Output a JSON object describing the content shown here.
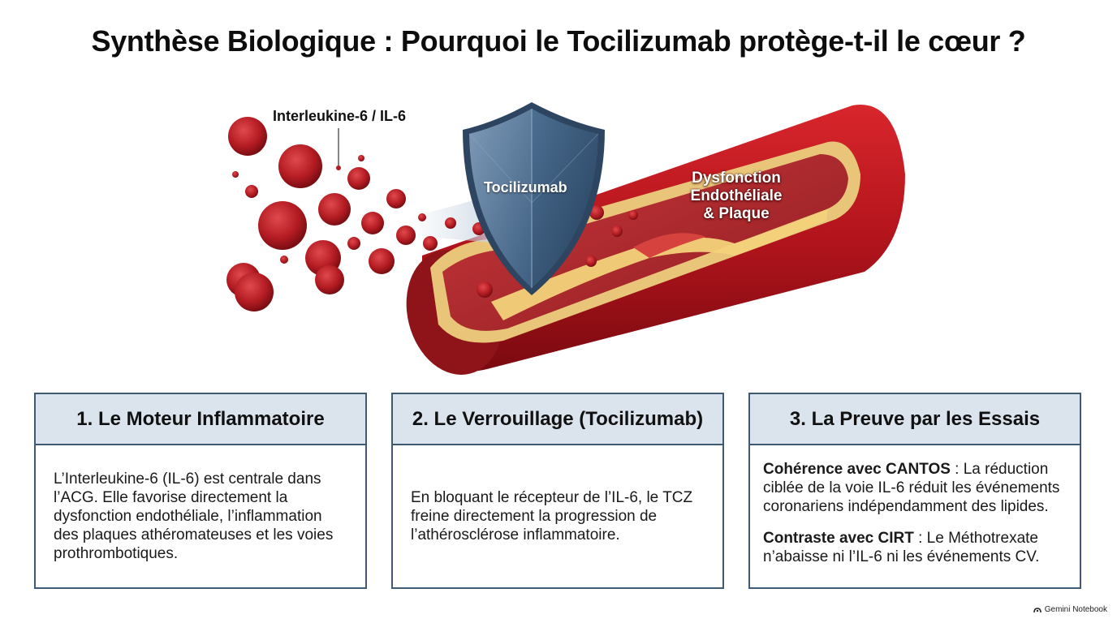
{
  "title": "Synthèse Biologique : Pourquoi le Tocilizumab protège-t-il le cœur ?",
  "illustration": {
    "label_il6": "Interleukine-6 / IL-6",
    "label_shield": "Tocilizumab",
    "label_vessel_line1": "Dysfonction",
    "label_vessel_line2": "Endothéliale",
    "label_vessel_line3": "& Plaque"
  },
  "cards": [
    {
      "heading": "1. Le Moteur Inflammatoire",
      "text": "L’Interleukine-6 (IL-6) est centrale dans l’ACG. Elle favorise directement la dysfonction endothéliale, l’inflammation des plaques athéromateuses et les voies prothrombotiques."
    },
    {
      "heading": "2. Le Verrouillage (Tocilizumab)",
      "text": "En bloquant le récepteur de l’IL-6, le TCZ freine directement la progression de l’athérosclérose inflammatoire."
    },
    {
      "heading": "3. La Preuve par les Essais",
      "p1_bold": "Cohérence avec CANTOS",
      "p1_text": " : La réduction ciblée de la voie IL-6 réduit les événements coronariens indépendamment des lipides.",
      "p2_bold": "Contraste avec CIRT",
      "p2_text": " : Le Méthotrexate n’abaisse ni l’IL-6 ni les événements CV."
    }
  ],
  "footer": {
    "brand": "Gemini Notebook",
    "icon": "notebook-icon"
  },
  "colors": {
    "card_border": "#3f5a73",
    "card_header_bg": "#dbe4ec",
    "vessel_red": "#b3141c",
    "shield_blue": "#3f6485",
    "molecule_red": "#b31b22"
  }
}
